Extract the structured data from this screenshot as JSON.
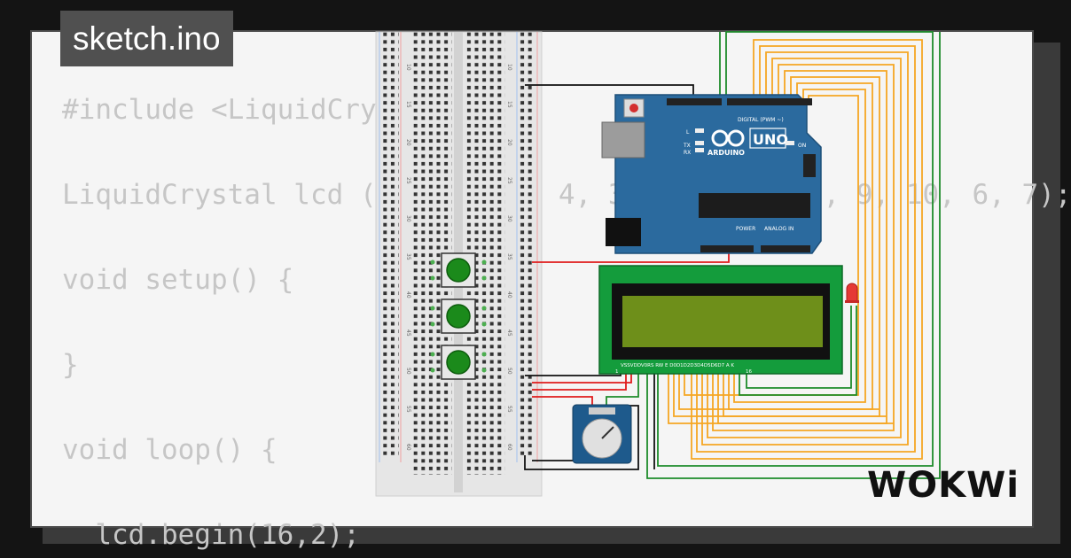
{
  "tab": {
    "filename": "sketch.ino"
  },
  "code": {
    "lines": [
      "#include <LiquidCrystal.h>",
      "LiquidCrystal lcd (12, 11, 5, 4, 3, 2, 1, 0, 8, 9, 10, 6, 7);",
      "void setup() {",
      "}",
      "void loop() {",
      "  lcd.begin(16,2);"
    ]
  },
  "board": {
    "brand": "ARDUINO",
    "model": "UNO",
    "digital_label": "DIGITAL (PWM ~)",
    "analog_label": "ANALOG IN",
    "power_label": "POWER",
    "tx": "TX",
    "rx": "RX",
    "l": "L",
    "on": "ON"
  },
  "lcd": {
    "pin_labels": "VSSVDDV0RS RW E D0D1D2D3D4D5D6D7 A  K",
    "pin_1": "1",
    "pin_16": "16"
  },
  "breadboard": {
    "row_numbers": [
      "10",
      "15",
      "20",
      "25",
      "30",
      "35",
      "40",
      "45",
      "50",
      "55",
      "60"
    ]
  },
  "logo": {
    "text": "WOKWi"
  },
  "colors": {
    "wire_orange": "#f5a623",
    "wire_green": "#1e8c2b",
    "wire_red": "#e01b1b",
    "wire_black": "#111111",
    "pcb_blue": "#2b6a9e",
    "lcd_green": "#149c3c",
    "lcd_screen": "#6e8f1a",
    "button_green": "#1b8a1b"
  }
}
